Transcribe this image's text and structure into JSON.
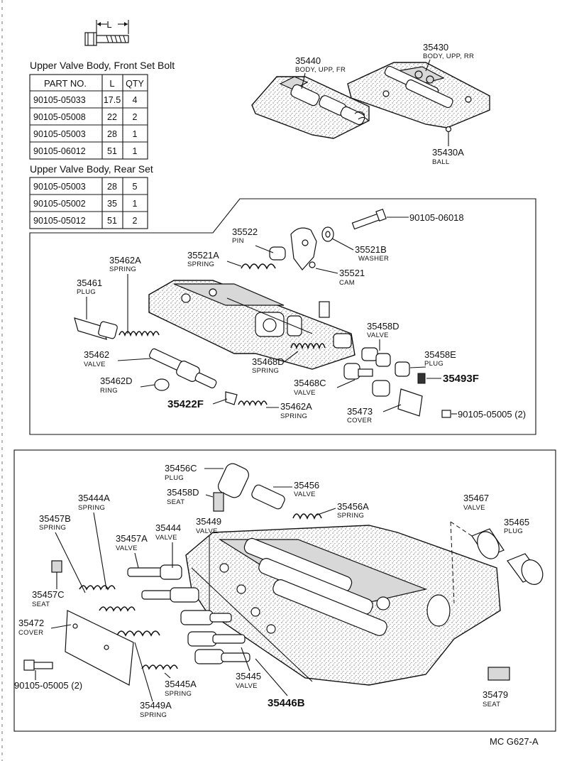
{
  "bolt_dim_label": "L",
  "front_table": {
    "title": "Upper Valve Body, Front Set Bolt",
    "headers": [
      "PART NO.",
      "L",
      "QTY"
    ],
    "rows": [
      [
        "90105-05033",
        "17.5",
        "4"
      ],
      [
        "90105-05008",
        "22",
        "2"
      ],
      [
        "90105-05003",
        "28",
        "1"
      ],
      [
        "90105-06012",
        "51",
        "1"
      ]
    ]
  },
  "rear_table": {
    "title": "Upper Valve Body, Rear Set",
    "rows": [
      [
        "90105-05003",
        "28",
        "5"
      ],
      [
        "90105-05002",
        "35",
        "1"
      ],
      [
        "90105-05012",
        "51",
        "2"
      ]
    ]
  },
  "top_parts": [
    {
      "no": "35440",
      "name": "BODY, UPP, FR"
    },
    {
      "no": "35430",
      "name": "BODY, UPP, RR"
    },
    {
      "no": "35430A",
      "name": "BALL"
    }
  ],
  "mid_parts": [
    {
      "no": "90105-06018",
      "name": ""
    },
    {
      "no": "35522",
      "name": "PIN"
    },
    {
      "no": "35521A",
      "name": "SPRING"
    },
    {
      "no": "35521B",
      "name": "WASHER"
    },
    {
      "no": "35521",
      "name": "CAM"
    },
    {
      "no": "35462A",
      "name": "SPRING"
    },
    {
      "no": "35461",
      "name": "PLUG"
    },
    {
      "no": "35458D",
      "name": "VALVE"
    },
    {
      "no": "35462",
      "name": "VALVE"
    },
    {
      "no": "35468D",
      "name": "SPRING"
    },
    {
      "no": "35458E",
      "name": "PLUG"
    },
    {
      "no": "35493F",
      "name": ""
    },
    {
      "no": "35462D",
      "name": "RING"
    },
    {
      "no": "35468C",
      "name": "VALVE"
    },
    {
      "no": "35422F",
      "name": ""
    },
    {
      "no": "35462A",
      "name": "SPRING"
    },
    {
      "no": "35473",
      "name": "COVER"
    },
    {
      "no": "90105-05005 (2)",
      "name": ""
    }
  ],
  "bottom_parts": [
    {
      "no": "35456C",
      "name": "PLUG"
    },
    {
      "no": "35456",
      "name": "VALVE"
    },
    {
      "no": "35458D",
      "name": "SEAT"
    },
    {
      "no": "35456A",
      "name": "SPRING"
    },
    {
      "no": "35467",
      "name": "VALVE"
    },
    {
      "no": "35444A",
      "name": "SPRING"
    },
    {
      "no": "35465",
      "name": "PLUG"
    },
    {
      "no": "35457B",
      "name": "SPRING"
    },
    {
      "no": "35449",
      "name": "VALVE"
    },
    {
      "no": "35444",
      "name": "VALVE"
    },
    {
      "no": "35457A",
      "name": "VALVE"
    },
    {
      "no": "35457C",
      "name": "SEAT"
    },
    {
      "no": "35472",
      "name": "COVER"
    },
    {
      "no": "90105-05005 (2)",
      "name": ""
    },
    {
      "no": "35445A",
      "name": "SPRING"
    },
    {
      "no": "35445",
      "name": "VALVE"
    },
    {
      "no": "35446B",
      "name": ""
    },
    {
      "no": "35479",
      "name": "SEAT"
    },
    {
      "no": "35449A",
      "name": "SPRING"
    }
  ],
  "figure_code": "MC G627-A"
}
